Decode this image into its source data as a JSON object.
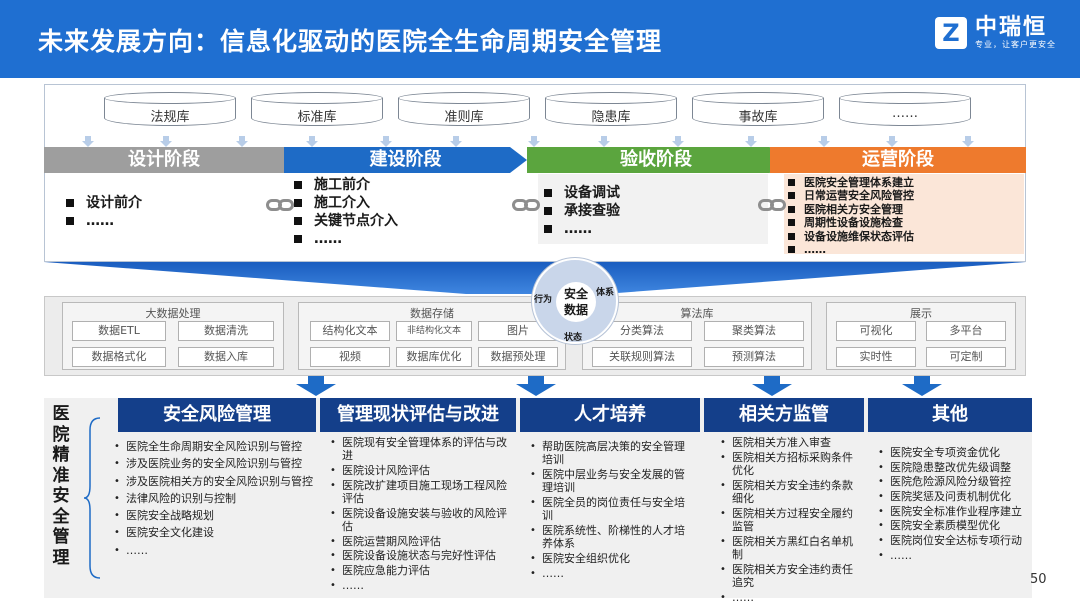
{
  "header": {
    "title": "未来发展方向：信息化驱动的医院全生命周期安全管理",
    "logo_mark": "Z",
    "logo_name": "中瑞恒",
    "logo_slogan": "专业，让客户更安全"
  },
  "libraries": [
    "法规库",
    "标准库",
    "准则库",
    "隐患库",
    "事故库",
    "……"
  ],
  "stages": {
    "design": {
      "title": "设计阶段",
      "items": [
        "设计前介",
        "……"
      ]
    },
    "build": {
      "title": "建设阶段",
      "items": [
        "施工前介",
        "施工介入",
        "关键节点介入",
        "……"
      ]
    },
    "accept": {
      "title": "验收阶段",
      "items": [
        "设备调试",
        "承接查验",
        "……"
      ]
    },
    "operate": {
      "title": "运营阶段",
      "items": [
        "医院安全管理体系建立",
        "日常运营安全风险管控",
        "医院相关方安全管理",
        "周期性设备设施检查",
        "设备设施维保状态评估",
        "……"
      ]
    }
  },
  "hub": {
    "center": "安全\n数据",
    "left": "行为",
    "right": "体系",
    "bottom": "状态",
    "center_line1": "安全",
    "center_line2": "数据"
  },
  "panels": {
    "bigdata": {
      "title": "大数据处理",
      "chips": [
        "数据ETL",
        "数据清洗",
        "数据格式化",
        "数据入库"
      ]
    },
    "storage": {
      "title": "数据存储",
      "chips": [
        "结构化文本",
        "非结构化文本",
        "图片",
        "视频",
        "数据库优化",
        "数据预处理"
      ]
    },
    "algo": {
      "title": "算法库",
      "chips": [
        "分类算法",
        "聚类算法",
        "关联规则算法",
        "预测算法"
      ]
    },
    "display": {
      "title": "展示",
      "chips": [
        "可视化",
        "多平台",
        "实时性",
        "可定制"
      ]
    }
  },
  "side_title": [
    "医",
    "院",
    "精",
    "准",
    "安",
    "全",
    "管",
    "理"
  ],
  "columns": [
    {
      "title": "安全风险管理",
      "items": [
        "医院全生命周期安全风险识别与管控",
        "涉及医院业务的安全风险识别与管控",
        "涉及医院相关方的安全风险识别与管控",
        "法律风险的识别与控制",
        "医院安全战略规划",
        "医院安全文化建设",
        "……"
      ]
    },
    {
      "title": "管理现状评估与改进",
      "items": [
        "医院现有安全管理体系的评估与改进",
        "医院设计风险评估",
        "医院改扩建项目施工现场工程风险评估",
        "医院设备设施安装与验收的风险评估",
        "医院运营期风险评估",
        "医院设备设施状态与完好性评估",
        "医院应急能力评估",
        "……"
      ]
    },
    {
      "title": "人才培养",
      "items": [
        "帮助医院高层决策的安全管理培训",
        "医院中层业务与安全发展的管理培训",
        "医院全员的岗位责任与安全培训",
        "医院系统性、阶梯性的人才培养体系",
        "医院安全组织优化",
        "……"
      ]
    },
    {
      "title": "相关方监管",
      "items": [
        "医院相关方准入审查",
        "医院相关方招标采购条件优化",
        "医院相关方安全违约条款细化",
        "医院相关方过程安全履约监管",
        "医院相关方黑红白名单机制",
        "医院相关方安全违约责任追究",
        "……"
      ]
    },
    {
      "title": "其他",
      "items": [
        "医院安全专项资金优化",
        "医院隐患整改优先级调整",
        "医院危险源风险分级管控",
        "医院奖惩及问责机制优化",
        "医院安全标准作业程序建立",
        "医院安全素质模型优化",
        "医院岗位安全达标专项行动",
        "……"
      ]
    }
  ],
  "page_number": "50",
  "colors": {
    "header": "#1f6fd1",
    "design": "#9e9e9e",
    "build": "#1e6bc6",
    "accept": "#5ba53e",
    "operate": "#ee7a2d",
    "column_head": "#143f8a"
  }
}
